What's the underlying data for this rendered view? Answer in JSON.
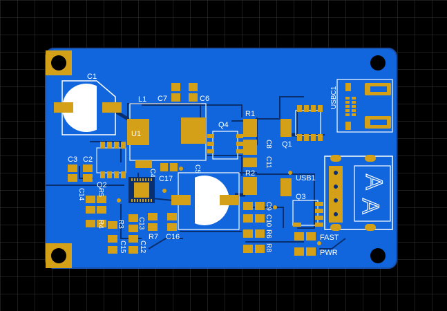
{
  "view": {
    "background": "#000000",
    "grid_color": "#3a3a3a",
    "board_color": "#1166dd",
    "board_edge_color": "#1a4fa8",
    "copper_color": "#d4a017",
    "silk_color": "#ffffff",
    "trace_color": "#0a2f6e"
  },
  "labels": {
    "c1": "C1",
    "l1": "L1",
    "c7": "C7",
    "c6": "C6",
    "u1": "U1",
    "c3": "C3",
    "c2": "C2",
    "c4": "C4",
    "c17": "C17",
    "c5": "C5",
    "q2": "Q2",
    "r5": "R5",
    "c14": "C14",
    "r4": "R4",
    "r3": "R3",
    "c13": "C13",
    "c15": "C15",
    "c12": "C12",
    "r7": "R7",
    "c16": "C16",
    "q4": "Q4",
    "r1": "R1",
    "c11": "C11",
    "c8": "C8",
    "r2": "R2",
    "c10": "C10",
    "c9": "C9",
    "r6": "R6",
    "r8": "R8",
    "q1": "Q1",
    "q3": "Q3",
    "usb1": "USB1",
    "usbc1": "USBC1",
    "fast": "FAST",
    "pwr": "PWR",
    "usb_a_1": "A",
    "usb_a_2": "A"
  }
}
